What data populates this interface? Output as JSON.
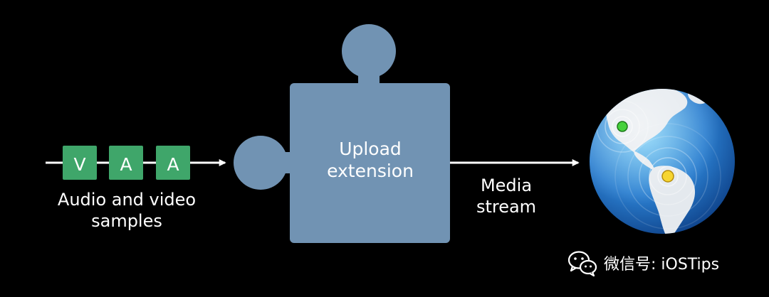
{
  "colors": {
    "background": "#000000",
    "puzzle_fill": "#7193b3",
    "sample_box_fill": "#3fa66a",
    "arrow": "#ffffff",
    "text": "#ffffff"
  },
  "input": {
    "samples": [
      {
        "letter": "V"
      },
      {
        "letter": "A"
      },
      {
        "letter": "A"
      }
    ],
    "label_line1": "Audio and video",
    "label_line2": "samples"
  },
  "extension": {
    "label_line1": "Upload",
    "label_line2": "extension",
    "icon": "puzzle-piece-icon"
  },
  "output": {
    "label_line1": "Media",
    "label_line2": "stream",
    "destination_icon": "globe-icon"
  },
  "watermark": {
    "icon": "wechat-icon",
    "text": "微信号: iOSTips"
  }
}
